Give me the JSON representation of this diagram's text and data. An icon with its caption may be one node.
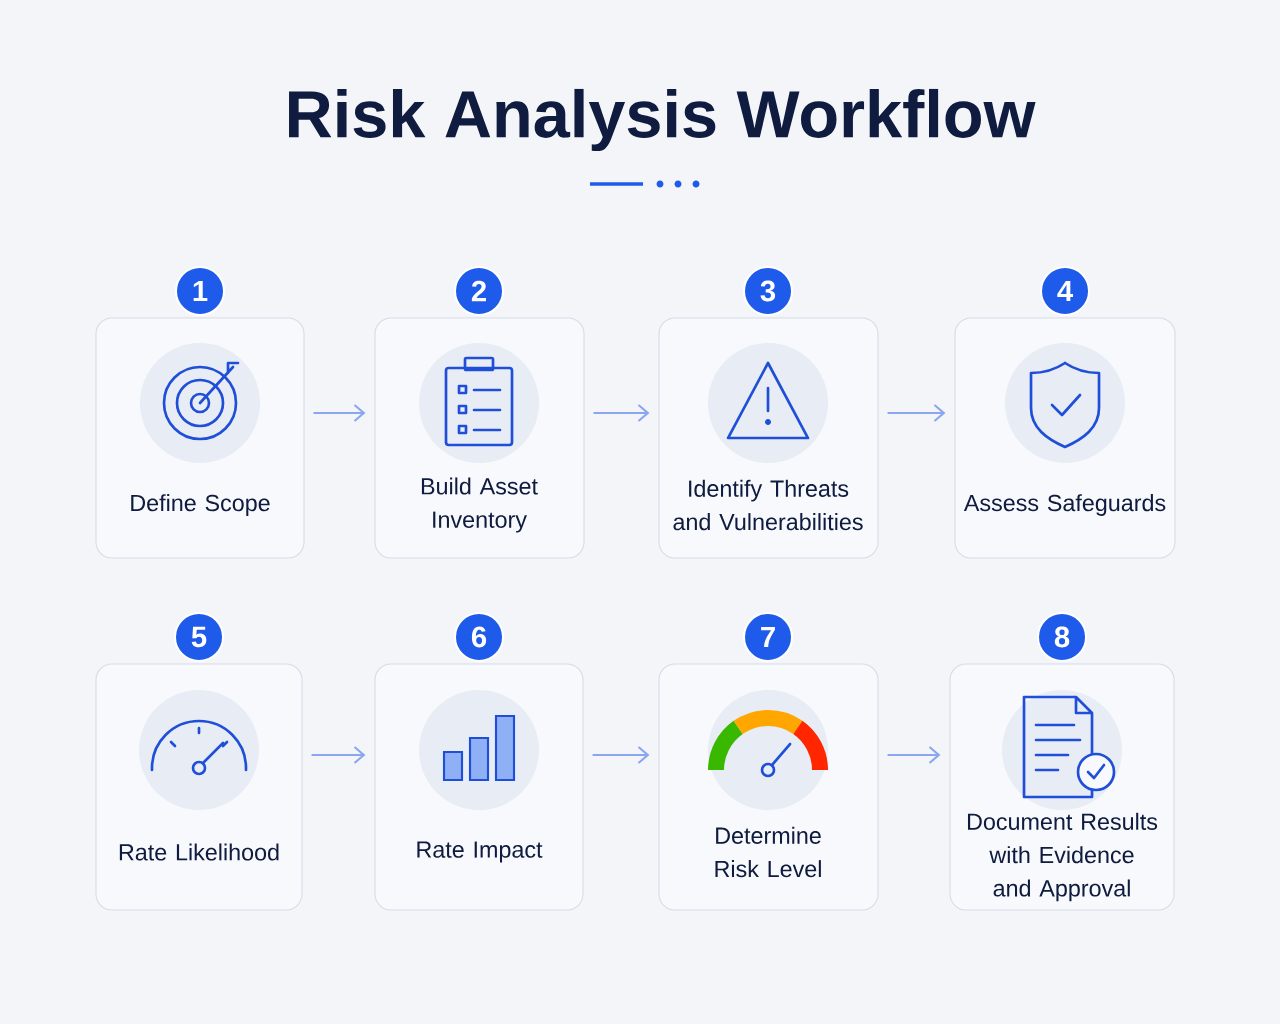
{
  "diagram": {
    "title": "Risk Analysis Workflow",
    "nodes": [
      {
        "text": [
          "1",
          "Define Scope"
        ]
      },
      {
        "text": [
          "2",
          "Build Asset Inventory"
        ]
      },
      {
        "text": [
          "3",
          "Identify Threats and Vulnerabilities"
        ]
      },
      {
        "text": [
          "4",
          "Assess Safeguards"
        ]
      },
      {
        "text": [
          "5",
          "Rate Likelihood"
        ]
      },
      {
        "text": [
          "6",
          "Rate Impact"
        ]
      },
      {
        "text": [
          "7",
          "Determine Risk Level"
        ]
      },
      {
        "text": [
          "8",
          "Document Results with Evidence and Approval"
        ]
      }
    ],
    "edges": [
      {
        "from": 0,
        "to": 1,
        "arrow": "to"
      },
      {
        "from": 1,
        "to": 2,
        "arrow": "to"
      },
      {
        "from": 2,
        "to": 3,
        "arrow": "to"
      },
      {
        "from": 4,
        "to": 5,
        "arrow": "to"
      },
      {
        "from": 5,
        "to": 6,
        "arrow": "to"
      },
      {
        "from": 6,
        "to": 7,
        "arrow": "to"
      }
    ]
  }
}
